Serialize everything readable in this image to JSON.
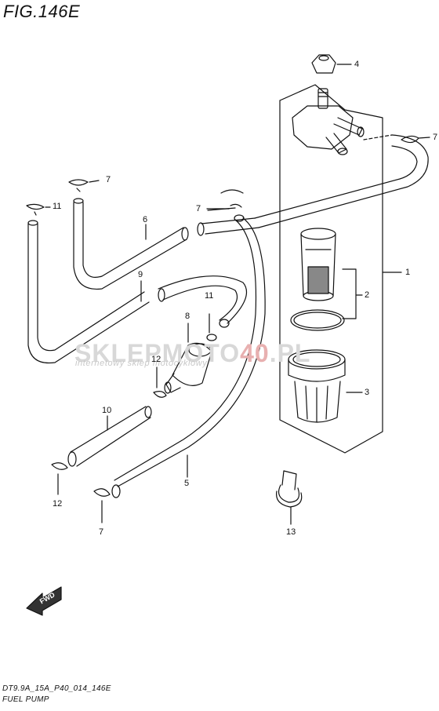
{
  "figure": {
    "title": "FIG.146E",
    "code": "DT9.9A_15A_P40_014_146E",
    "name": "FUEL PUMP"
  },
  "watermark": {
    "brand_part1": "SKLEPMOTO",
    "brand_part2": "40",
    "brand_part3": ".PL",
    "tagline": "internetowy sklep motocyklowy"
  },
  "callouts": [
    {
      "label": "1"
    },
    {
      "label": "2"
    },
    {
      "label": "3"
    },
    {
      "label": "4"
    },
    {
      "label": "5"
    },
    {
      "label": "6"
    },
    {
      "label": "7"
    },
    {
      "label": "7"
    },
    {
      "label": "7"
    },
    {
      "label": "7"
    },
    {
      "label": "8"
    },
    {
      "label": "9"
    },
    {
      "label": "10"
    },
    {
      "label": "11"
    },
    {
      "label": "11"
    },
    {
      "label": "12"
    },
    {
      "label": "12"
    },
    {
      "label": "13"
    }
  ],
  "fwd_label": "FWD",
  "colors": {
    "line": "#111111",
    "watermark": "#d8d8d8",
    "watermark_accent": "#e8b0b0"
  }
}
